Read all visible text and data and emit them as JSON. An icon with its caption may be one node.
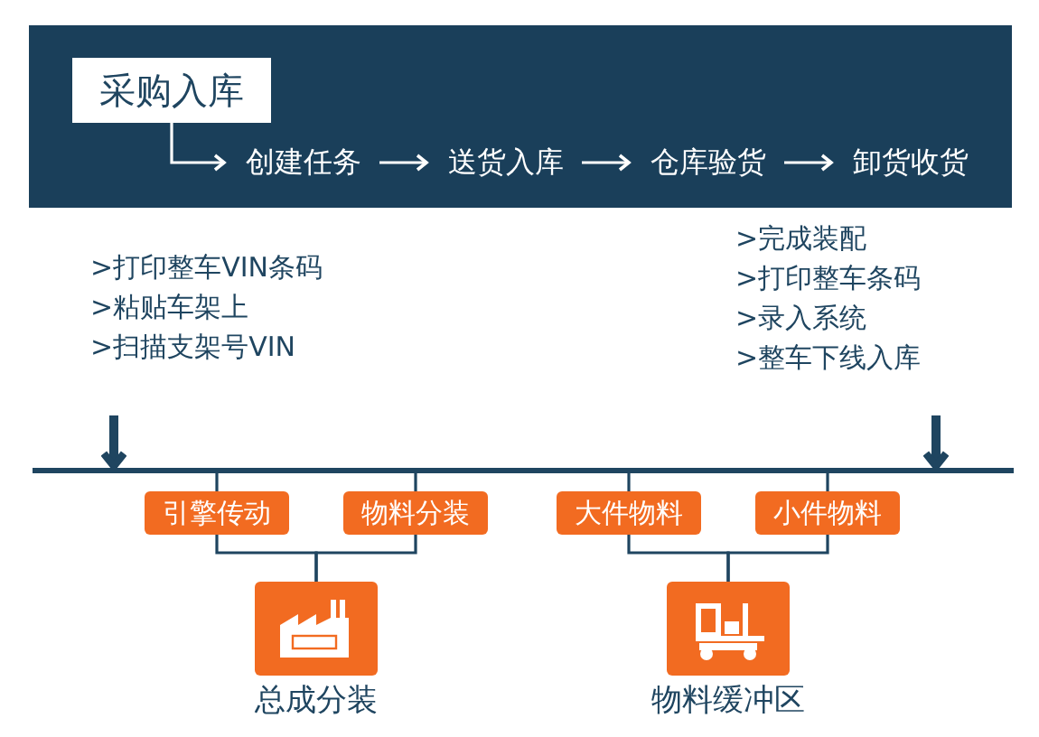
{
  "diagram": {
    "nodes": [
      {
        "text": [
          "采购入库"
        ]
      },
      {
        "text": [
          "创建任务"
        ]
      },
      {
        "text": [
          "送货入库"
        ]
      },
      {
        "text": [
          "仓库验货"
        ]
      },
      {
        "text": [
          "卸货收货"
        ]
      },
      {
        "text": [
          ">打印整车VIN条码",
          ">粘贴车架上",
          ">扫描支架号VIN"
        ]
      },
      {
        "text": [
          ">完成装配",
          ">打印整车条码",
          ">录入系统",
          ">整车下线入库"
        ]
      },
      {
        "text": [],
        "shape": "bar"
      },
      {
        "text": [
          "引擎传动"
        ]
      },
      {
        "text": [
          "物料分装"
        ]
      },
      {
        "text": [
          "大件物料"
        ]
      },
      {
        "text": [
          "小件物料"
        ]
      },
      {
        "text": [
          "总成分装"
        ]
      },
      {
        "text": [
          "物料缓冲区"
        ]
      }
    ],
    "edges": [
      {
        "from": 0,
        "to": 1,
        "arrow": "to",
        "color": "#ffffff"
      },
      {
        "from": 1,
        "to": 2,
        "arrow": "to",
        "color": "#ffffff"
      },
      {
        "from": 2,
        "to": 3,
        "arrow": "to",
        "color": "#ffffff"
      },
      {
        "from": 3,
        "to": 4,
        "arrow": "to",
        "color": "#ffffff"
      },
      {
        "from": 5,
        "to": 7,
        "arrow": "to",
        "style": "thick"
      },
      {
        "from": 6,
        "to": 7,
        "arrow": "to",
        "style": "thick"
      },
      {
        "from": 7,
        "to": 8,
        "arrow": "none"
      },
      {
        "from": 7,
        "to": 9,
        "arrow": "none"
      },
      {
        "from": 7,
        "to": 10,
        "arrow": "none"
      },
      {
        "from": 7,
        "to": 11,
        "arrow": "none"
      },
      {
        "from": 8,
        "to": 12,
        "arrow": "none"
      },
      {
        "from": 9,
        "to": 12,
        "arrow": "none"
      },
      {
        "from": 10,
        "to": 13,
        "arrow": "none"
      },
      {
        "from": 11,
        "to": 13,
        "arrow": "none"
      }
    ]
  }
}
